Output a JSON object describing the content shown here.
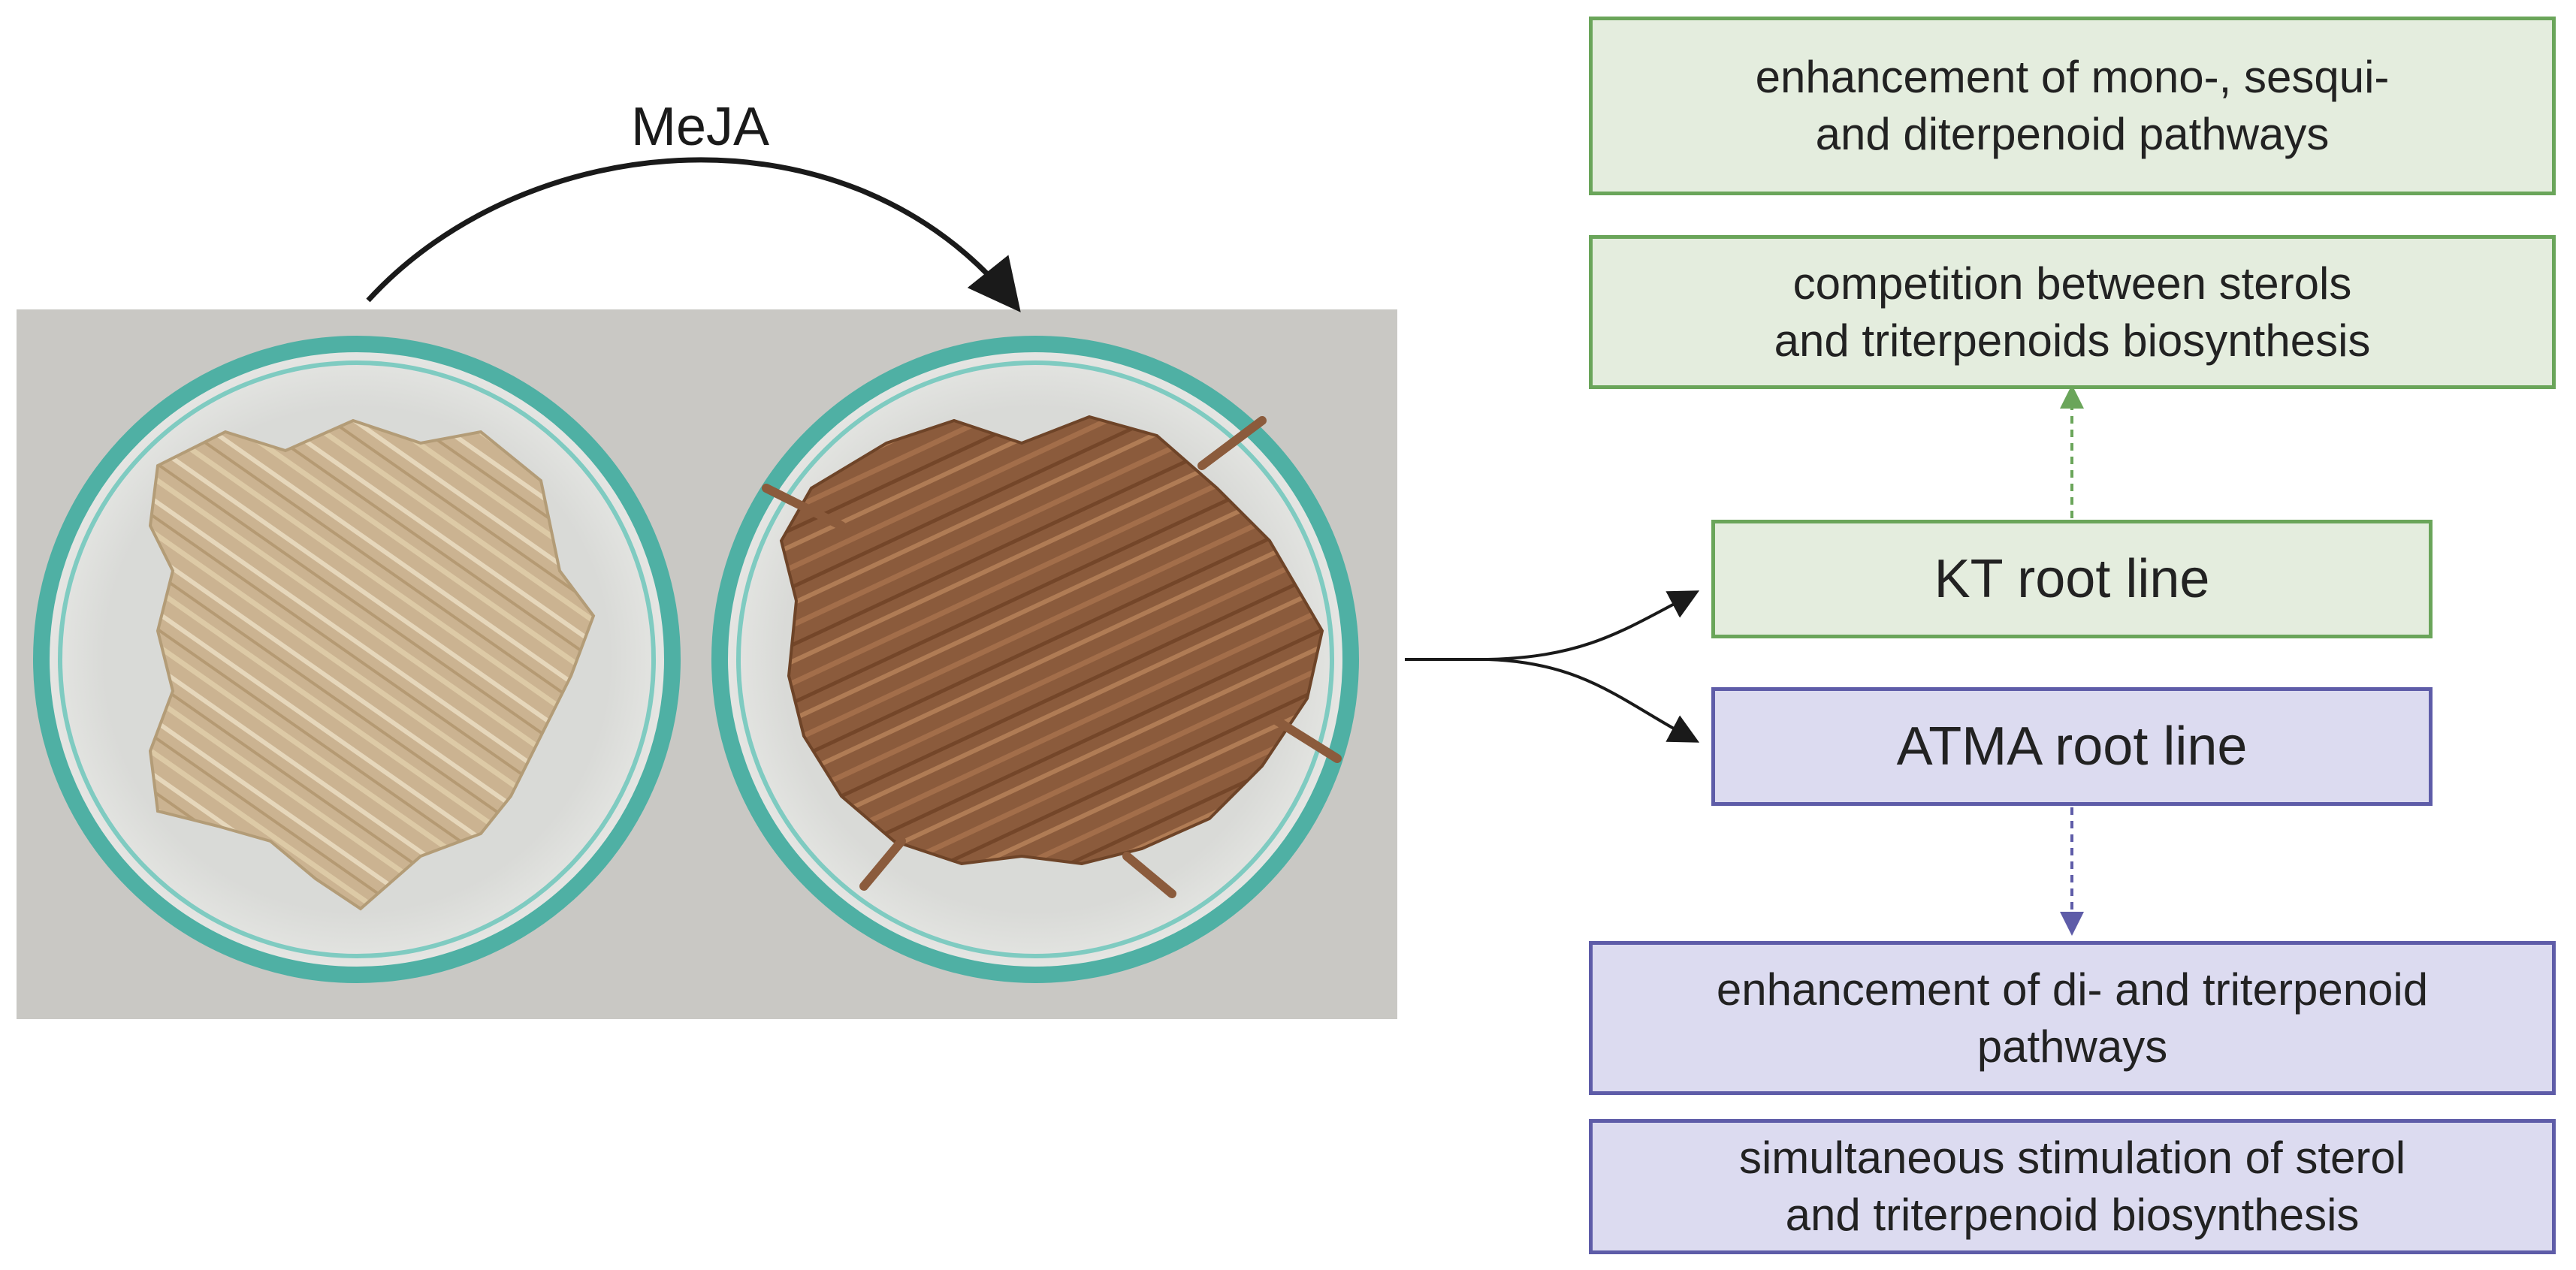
{
  "treatment_label": "MeJA",
  "photo": {
    "dish_left": "control hairy roots (pale beige)",
    "dish_right": "MeJA-treated hairy roots (brown)"
  },
  "root_lines": [
    {
      "id": "kt",
      "label": "KT root line"
    },
    {
      "id": "atma",
      "label": "ATMA root line"
    }
  ],
  "kt_effects": [
    "enhancement of mono-, sesqui-\nand diterpenoid pathways",
    "competition between sterols\nand triterpenoids biosynthesis"
  ],
  "atma_effects": [
    "enhancement of di- and triterpenoid\npathways",
    "simultaneous stimulation of sterol\nand triterpenoid biosynthesis"
  ],
  "colors": {
    "green_fill": "#e4edde",
    "green_border": "#6aa55a",
    "purple_fill": "#dcdbf0",
    "purple_border": "#5e5ca8",
    "photo_background": "#c9c8c4",
    "dish_rim": "#52b3a8",
    "control_roots": "#c9b08a",
    "treated_roots": "#8a5a3a"
  }
}
